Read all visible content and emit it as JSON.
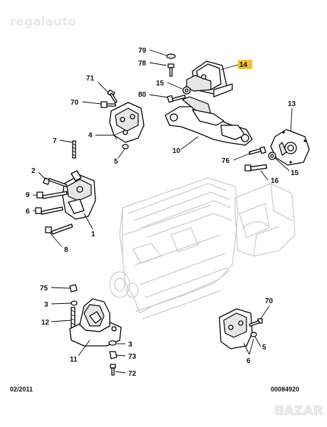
{
  "watermark_top": "regalauto",
  "watermark_bottom": "BAZAR",
  "footer": {
    "date": "02/2011",
    "ref": "00084920"
  },
  "highlight_color": "#f2bf2e",
  "labels": {
    "l79": "79",
    "l78": "78",
    "l14": "14",
    "l71": "71",
    "l15a": "15",
    "l80": "80",
    "l70a": "70",
    "l13": "13",
    "l4": "4",
    "l5a": "5",
    "l7": "7",
    "l10": "10",
    "l76": "76",
    "l15b": "15",
    "l16": "16",
    "l2": "2",
    "l9": "9",
    "l6a": "6",
    "l1": "1",
    "l8": "8",
    "l75": "75",
    "l3a": "3",
    "l12": "12",
    "l11": "11",
    "l3b": "3",
    "l73": "73",
    "l72": "72",
    "l70b": "70",
    "l5b": "5",
    "l6b": "6"
  }
}
